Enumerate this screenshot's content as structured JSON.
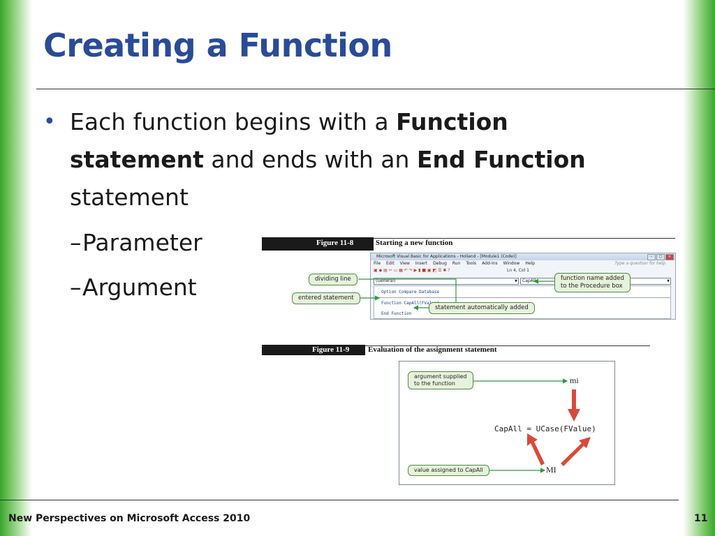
{
  "slide": {
    "title": "Creating a Function",
    "bullet": {
      "part1": "Each function begins with a ",
      "bold1": "Function statement",
      "part2": " and ends with an ",
      "bold2": "End Function",
      "part3": " statement"
    },
    "sub_bullets": [
      "Parameter",
      "Argument"
    ],
    "footer_left": "New Perspectives on Microsoft Access 2010",
    "page_number": "11"
  },
  "figure1": {
    "label": "Figure 11-8",
    "caption": "Starting a new function",
    "window_title": "Microsoft Visual Basic for Applications - Holland - [Module1 (Code)]",
    "menu": [
      "File",
      "Edit",
      "View",
      "Insert",
      "Debug",
      "Run",
      "Tools",
      "Add-Ins",
      "Window",
      "Help"
    ],
    "help_text": "Type a question for help",
    "position": "Ln 4, Col 1",
    "object_combo": "(General)",
    "procedure_combo": "CapAll",
    "code": [
      "Option Compare Database",
      "Function CapAll(FValue)",
      "End Function"
    ],
    "callouts": {
      "dividing_line": "dividing line",
      "entered_statement": "entered statement",
      "function_name_line1": "function name added",
      "function_name_line2": "to the Procedure box",
      "statement_added": "statement automatically added"
    }
  },
  "figure2": {
    "label": "Figure 11-9",
    "caption": "Evaluation of the assignment statement",
    "callout_argument_line1": "argument supplied",
    "callout_argument_line2": "to the function",
    "input_value": "mi",
    "statement": "CapAll = UCase(FValue)",
    "callout_value": "value assigned to CapAll",
    "output_value": "MI"
  },
  "colors": {
    "title": "#2a4b97",
    "accent_green": "#3aa52d",
    "callout_fill": "#e6f2dc",
    "arrow_green": "#2e9b3a",
    "arrow_red": "#d94a3a"
  }
}
